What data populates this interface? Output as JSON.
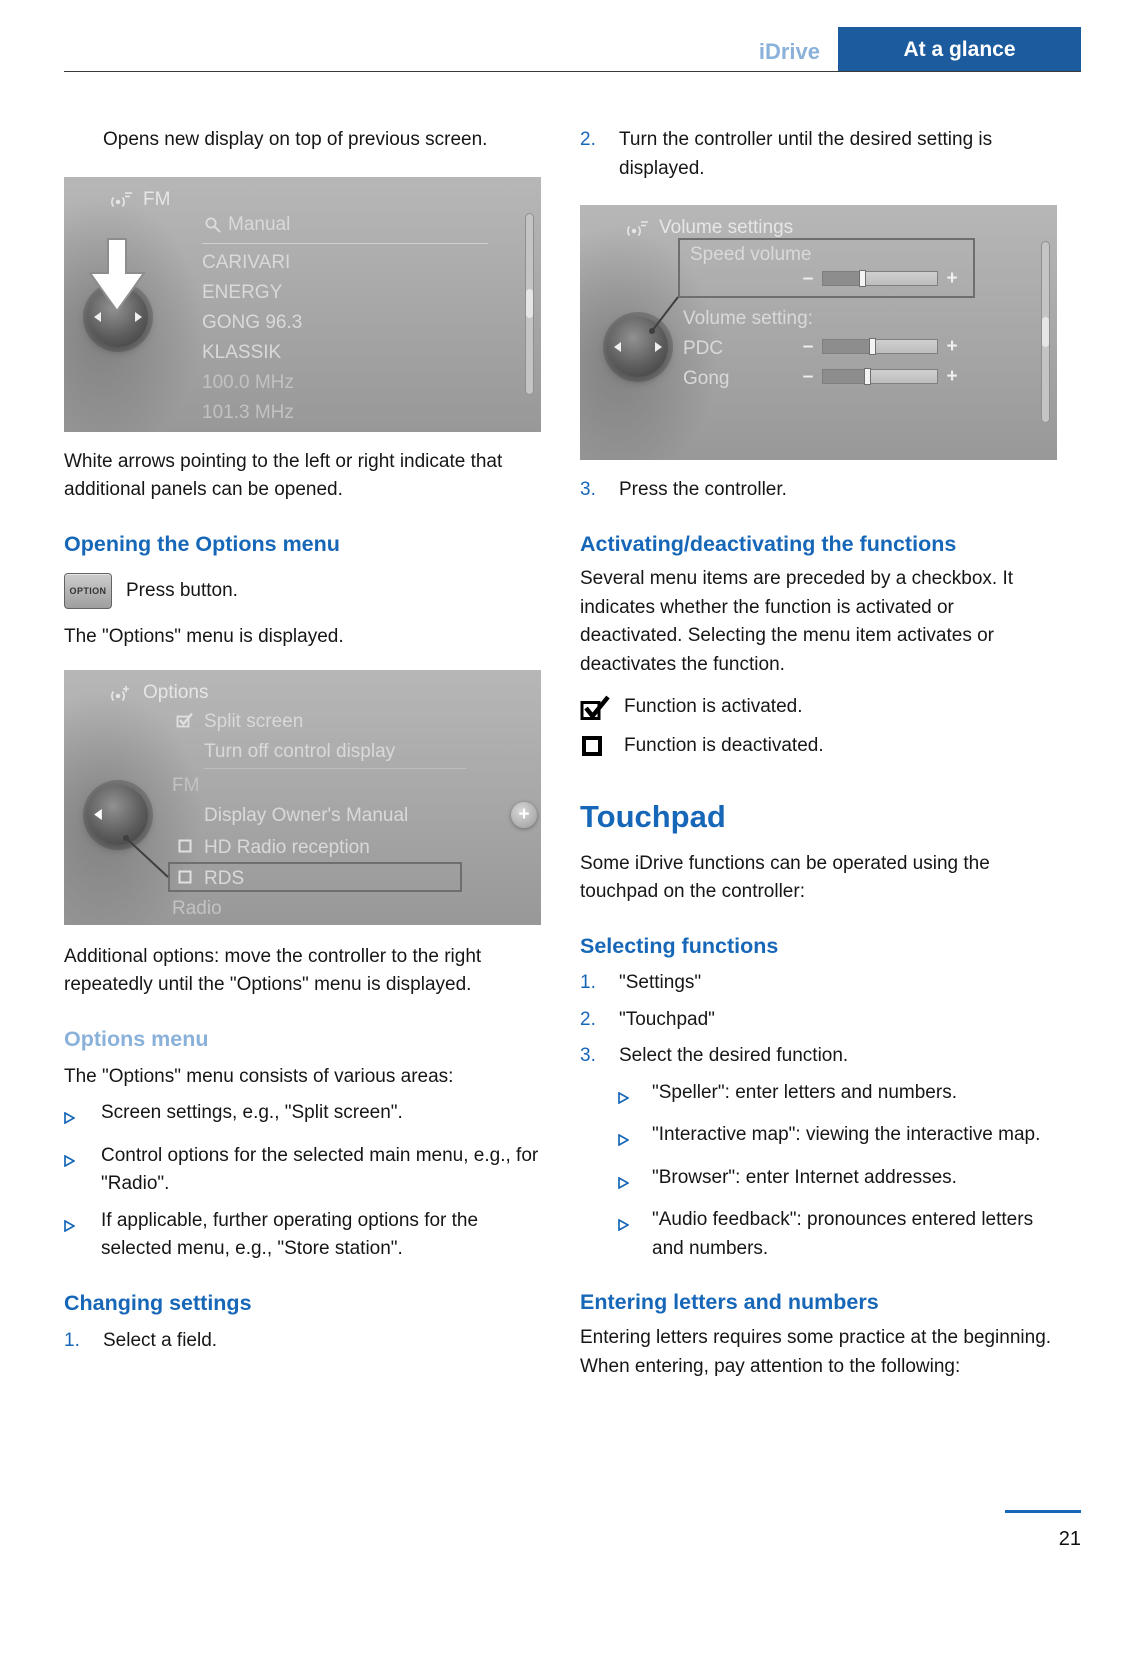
{
  "colors": {
    "heading_blue": "#1767b8",
    "light_blue": "#8ab1da",
    "section_box_blue": "#1c5c9e"
  },
  "header": {
    "breadcrumb": "iDrive",
    "section": "At a glance"
  },
  "footer": {
    "page_number": "21"
  },
  "left_column": {
    "para_opens": "Opens new display on top of previous screen.",
    "fm_screen": {
      "title": "FM",
      "manual_label": "Manual",
      "items": [
        "CARIVARI",
        "ENERGY",
        "GONG 96.3",
        "KLASSIK",
        "100.0 MHz",
        "101.3 MHz"
      ]
    },
    "para_arrows": "White arrows pointing to the left or right indicate that additional panels can be opened.",
    "heading_opening": "Opening the Options menu",
    "option_key_label": "OPTION",
    "press_button": "Press button.",
    "para_menu_displayed": "The \"Options\" menu is displayed.",
    "options_screen": {
      "title": "Options",
      "split_screen": "Split screen",
      "turn_off": "Turn off control display",
      "fm": "FM",
      "display_manual": "Display Owner's Manual",
      "hd_radio": "HD Radio reception",
      "rds": "RDS",
      "radio": "Radio",
      "plus": "+"
    },
    "para_additional": "Additional options: move the controller to the right repeatedly until the \"Options\" menu is displayed.",
    "heading_options_menu": "Options menu",
    "para_consists": "The \"Options\" menu consists of various areas:",
    "bullets": [
      "Screen settings, e.g., \"Split screen\".",
      "Control options for the selected main menu, e.g., for \"Radio\".",
      "If applicable, further operating options for the selected menu, e.g., \"Store station\"."
    ],
    "heading_changing": "Changing settings",
    "step1": {
      "num": "1.",
      "text": "Select a field."
    }
  },
  "right_column": {
    "step2": {
      "num": "2.",
      "text": "Turn the controller until the desired setting is displayed."
    },
    "volume_screen": {
      "title": "Volume settings",
      "speed_volume": "Speed volume",
      "volume_setting": "Volume setting:",
      "pdc": "PDC",
      "gong": "Gong",
      "minus": "–",
      "plus": "+"
    },
    "step3": {
      "num": "3.",
      "text": "Press the controller."
    },
    "heading_activating": "Activating/deactivating the functions",
    "para_checkbox": "Several menu items are preceded by a checkbox. It indicates whether the function is activated or deactivated. Selecting the menu item activates or deactivates the function.",
    "activated_label": "Function is activated.",
    "deactivated_label": "Function is deactivated.",
    "heading_touchpad": "Touchpad",
    "para_touchpad": "Some iDrive functions can be operated using the touchpad on the controller:",
    "heading_selecting": "Selecting functions",
    "steps": [
      {
        "num": "1.",
        "text": "\"Settings\""
      },
      {
        "num": "2.",
        "text": "\"Touchpad\""
      },
      {
        "num": "3.",
        "text": "Select the desired function."
      }
    ],
    "sub_bullets": [
      "\"Speller\": enter letters and numbers.",
      "\"Interactive map\": viewing the interactive map.",
      "\"Browser\": enter Internet addresses.",
      "\"Audio feedback\": pronounces entered letters and numbers."
    ],
    "heading_entering": "Entering letters and numbers",
    "para_entering": "Entering letters requires some practice at the beginning. When entering, pay attention to the following:"
  }
}
